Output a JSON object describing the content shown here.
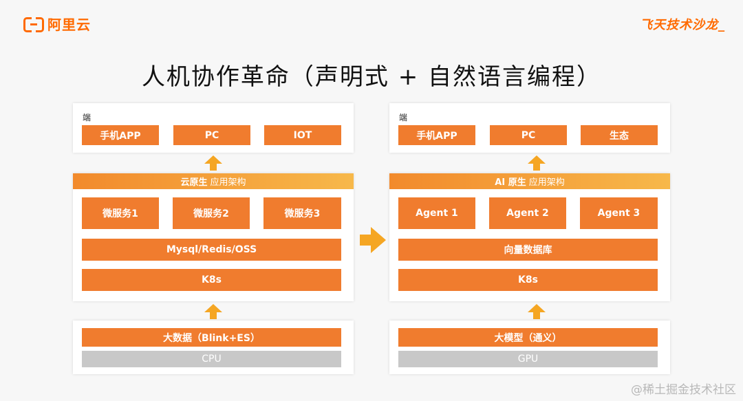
{
  "header": {
    "logo_text": "阿里云",
    "brand_right": "飞天技术沙龙_"
  },
  "title": "人机协作革命（声明式 + 自然语言编程）",
  "left": {
    "top_label": "端",
    "top_items": [
      "手机APP",
      "PC",
      "IOT"
    ],
    "band_bold": "云原生",
    "band_text": "应用架构",
    "services": [
      "微服务1",
      "微服务2",
      "微服务3"
    ],
    "storage": "Mysql/Redis/OSS",
    "infra": "K8s",
    "data": "大数据（Blink+ES）",
    "compute": "CPU"
  },
  "right": {
    "top_label": "端",
    "top_items": [
      "手机APP",
      "PC",
      "生态"
    ],
    "band_bold": "AI 原生",
    "band_text": "应用架构",
    "services": [
      "Agent 1",
      "Agent 2",
      "Agent 3"
    ],
    "storage": "向量数据库",
    "infra": "K8s",
    "data": "大模型（通义）",
    "compute": "GPU"
  },
  "watermark": "@稀土掘金技术社区",
  "colors": {
    "accent": "#f07c2e",
    "arrow": "#f5a623",
    "band_start": "#f28a2c",
    "band_end": "#f7b84a",
    "gray": "#c8c8c8"
  }
}
